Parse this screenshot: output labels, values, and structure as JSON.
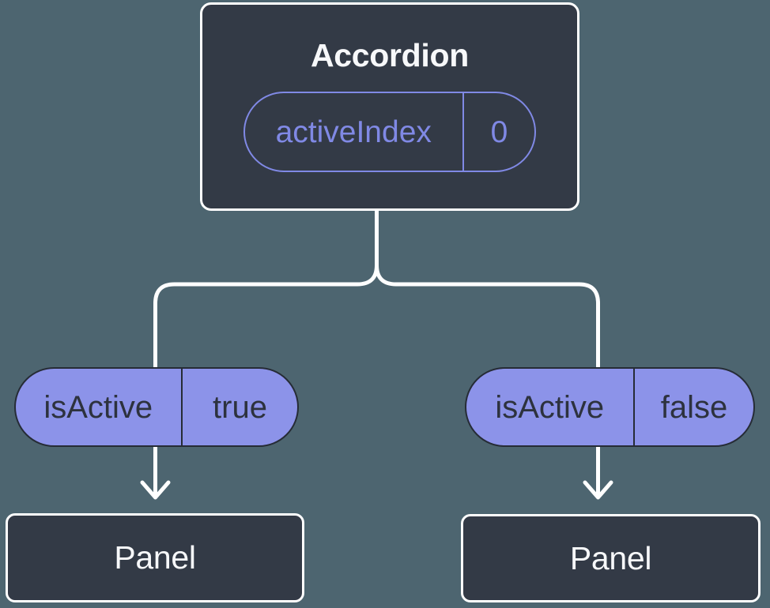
{
  "diagram": {
    "background": "#4d6570",
    "node_fill": "#333a46",
    "node_border": "#ffffff",
    "text_light": "#f7f8fa",
    "accent_purple": "#8089e5",
    "pill_fill": "#8c93e9",
    "pill_border": "#262c36",
    "pill_text": "#2d323e",
    "connector_color": "#ffffff"
  },
  "root_node": {
    "title": "Accordion",
    "state_pill": {
      "name": "activeIndex",
      "value": "0"
    }
  },
  "branches": [
    {
      "prop_pill": {
        "name": "isActive",
        "value": "true"
      },
      "child": {
        "title": "Panel"
      }
    },
    {
      "prop_pill": {
        "name": "isActive",
        "value": "false"
      },
      "child": {
        "title": "Panel"
      }
    }
  ]
}
